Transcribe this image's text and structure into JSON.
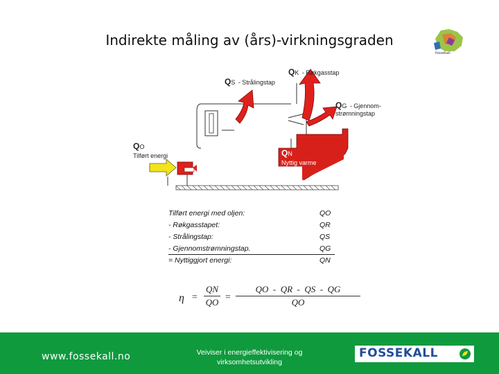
{
  "slide": {
    "title": "Indirekte måling av (års)-virkningsgraden"
  },
  "diagram": {
    "labels": {
      "qk": "Q",
      "qk_sub": "K",
      "qk_text": "- Røkgasstap",
      "qs": "Q",
      "qs_sub": "S",
      "qs_text": "- Strålingstap",
      "qg": "Q",
      "qg_sub": "G",
      "qg_text1": "- Gjennom-",
      "qg_text2": "strømningstap",
      "qo": "Q",
      "qo_sub": "O",
      "qo_text": "Tilført energi",
      "qn": "Q",
      "qn_sub": "N",
      "qn_text": "Nyttig varme"
    },
    "colors": {
      "loss_red": "#e0201c",
      "input_yellow": "#f0e41c",
      "useful_red": "#d8201a"
    }
  },
  "table": {
    "rows": [
      {
        "desc": "Tilført energi med oljen:",
        "sym": "QO"
      },
      {
        "desc": "- Røkgasstapet:",
        "sym": "QR"
      },
      {
        "desc": "- Strålingstap:",
        "sym": "QS"
      },
      {
        "desc": "- Gjennomstrømningstap.",
        "sym": "QG"
      },
      {
        "desc": "= Nyttiggjort energi:",
        "sym": "QN"
      }
    ]
  },
  "formula": {
    "eta": "η",
    "eq1": "=",
    "eq2": "=",
    "num1": "QN",
    "den1": "QO",
    "num2": "QO  -  QR  -  QS  -  QG",
    "den2": "QO"
  },
  "footer": {
    "site": "www.fossekall.no",
    "tagline": "Veiviser i energieffektivisering og virksomhetsutvikling",
    "brand": "FOSSEKALL",
    "color": "#0f9a3d",
    "brand_color": "#1f4e9b"
  }
}
